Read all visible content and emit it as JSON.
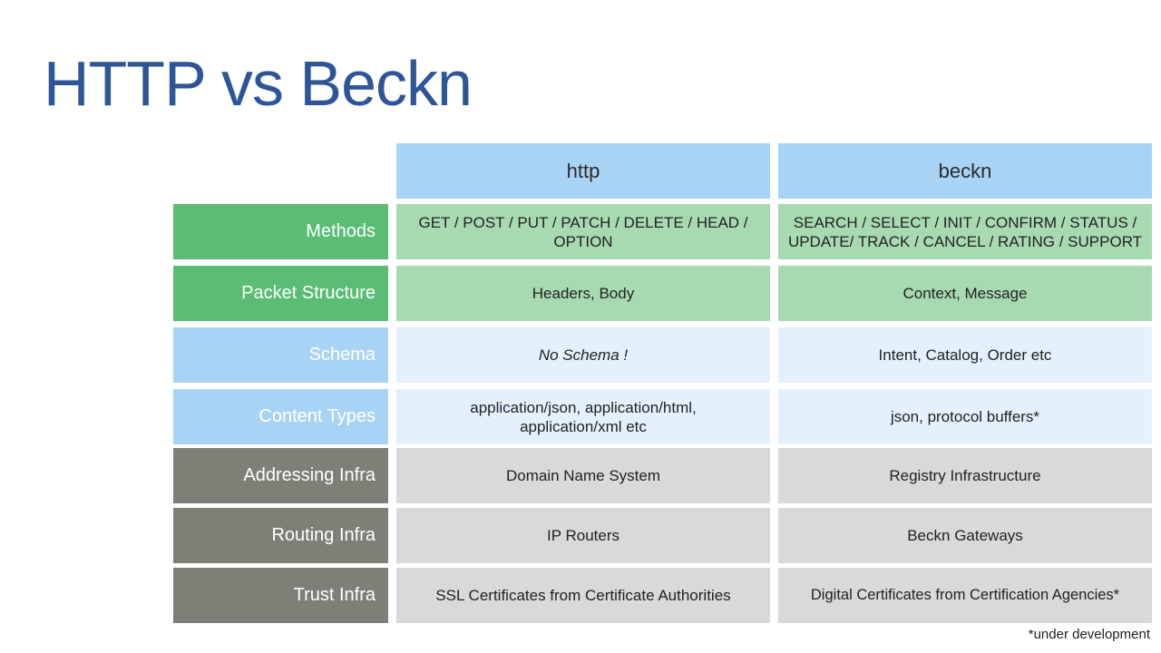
{
  "title": "HTTP vs Beckn",
  "columns": [
    "http",
    "beckn"
  ],
  "colors": {
    "title": "#2e5597",
    "header": "#a9d3f5",
    "green_label": "#5bbd75",
    "green_cell": "#a8dab2",
    "blue_label": "#a9d3f5",
    "blue_cell": "#e4f1fc",
    "gray_label": "#7f7f78",
    "gray_cell": "#d9d9d9"
  },
  "rows": [
    {
      "label": "Methods",
      "http": "GET / POST / PUT / PATCH / DELETE / HEAD /\nOPTION",
      "beckn": "SEARCH / SELECT / INIT / CONFIRM / STATUS /\nUPDATE/ TRACK / CANCEL / RATING / SUPPORT"
    },
    {
      "label": "Packet Structure",
      "http": "Headers, Body",
      "beckn": "Context, Message"
    },
    {
      "label": "Schema",
      "http": "No Schema !",
      "beckn": "Intent, Catalog, Order etc"
    },
    {
      "label": "Content Types",
      "http": "application/json, application/html,\napplication/xml etc",
      "beckn": "json, protocol buffers*"
    },
    {
      "label": "Addressing Infra",
      "http": "Domain Name System",
      "beckn": "Registry Infrastructure"
    },
    {
      "label": "Routing Infra",
      "http": "IP Routers",
      "beckn": "Beckn Gateways"
    },
    {
      "label": "Trust Infra",
      "http": "SSL Certificates from Certificate Authorities",
      "beckn": "Digital Certificates from Certification Agencies*"
    }
  ],
  "footnote": "*under development"
}
